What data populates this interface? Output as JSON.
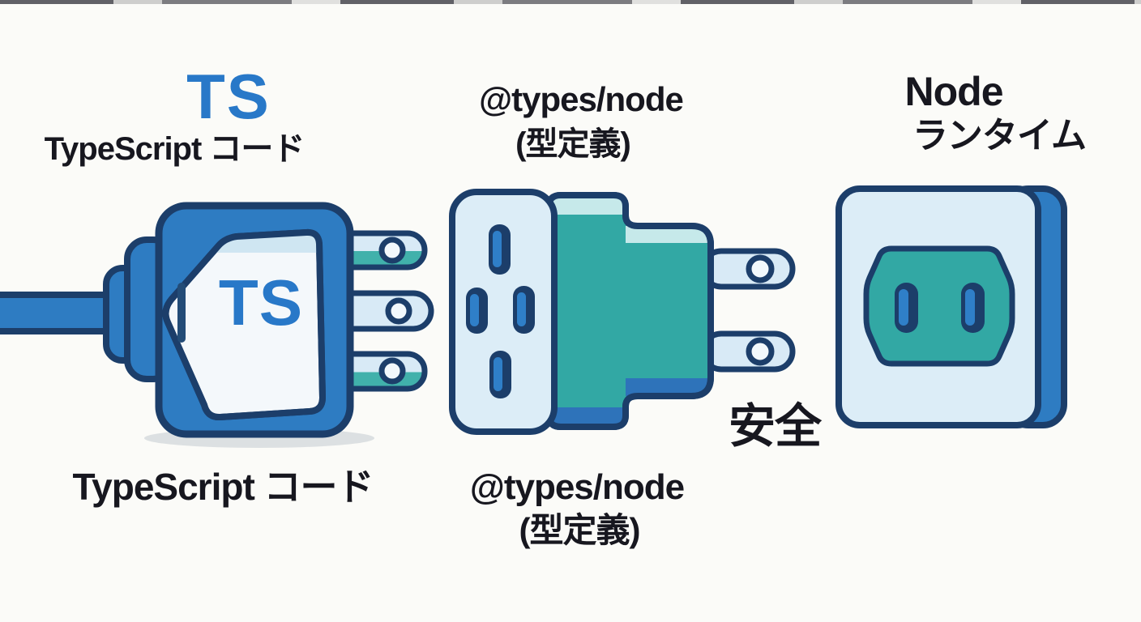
{
  "labels": {
    "ts_big": "TS",
    "typescript_code_top": "TypeScript コード",
    "types_node_top_line1": "@types/node",
    "types_node_top_line2": "(型定義)",
    "node_line1": "Node",
    "node_line2": "ランタイム",
    "plug_face_ts": "TS",
    "typescript_code_bottom": "TypeScript コード",
    "types_node_bottom_line1": "@types/node",
    "types_node_bottom_line2": "(型定義)",
    "safety": "安全"
  },
  "palette": {
    "background": "#FBFBF8",
    "outline_navy": "#1C3E6A",
    "blue": "#2E7CC2",
    "blue_band": "#2E73BA",
    "teal": "#32A8A4",
    "teal_light_band": "#C6E9EA",
    "panel_light_blue": "#DCEDF7",
    "prong_light_blue": "#D8EAF6",
    "face_white": "#F4F8FB",
    "face_top_band": "#CFE6F2",
    "slot_navy": "#1C3E6A",
    "slot_inner_blue": "#2F7FC8",
    "ts_logo_blue": "#2878C8",
    "label_text": "#17171F"
  }
}
